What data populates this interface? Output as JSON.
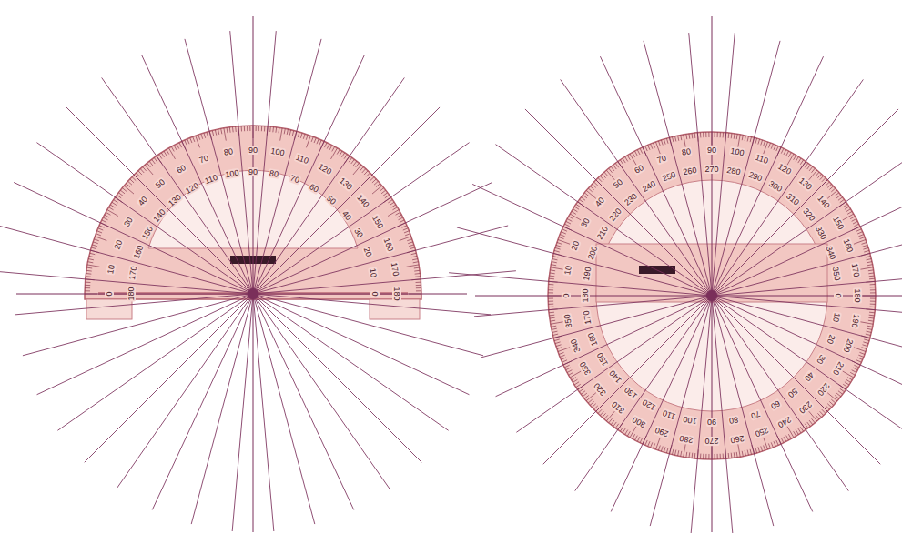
{
  "diagram": {
    "labels": [
      "0",
      "10",
      "20",
      "30",
      "40",
      "50",
      "60",
      "70",
      "80",
      "90",
      "100",
      "110",
      "120",
      "130",
      "140",
      "150",
      "160",
      "170",
      "180",
      "180",
      "170",
      "160",
      "150",
      "140",
      "130",
      "120",
      "110",
      "100",
      "90",
      "80",
      "70",
      "60",
      "50",
      "40",
      "30",
      "20",
      "10",
      "0",
      "0",
      "10",
      "20",
      "30",
      "40",
      "50",
      "60",
      "70",
      "80",
      "90",
      "100",
      "110",
      "120",
      "130",
      "140",
      "150",
      "160",
      "170",
      "180",
      "190",
      "200",
      "210",
      "220",
      "230",
      "240",
      "250",
      "260",
      "270",
      "280",
      "290",
      "300",
      "310",
      "320",
      "330",
      "340",
      "350",
      "180",
      "190",
      "200",
      "210",
      "220",
      "230",
      "240",
      "250",
      "260",
      "270",
      "280",
      "290",
      "300",
      "310",
      "320",
      "330",
      "340",
      "350",
      "0",
      "10",
      "20",
      "30",
      "40",
      "50",
      "60",
      "70",
      "80",
      "90",
      "100",
      "110",
      "120",
      "130",
      "140",
      "150",
      "160",
      "170"
    ]
  }
}
